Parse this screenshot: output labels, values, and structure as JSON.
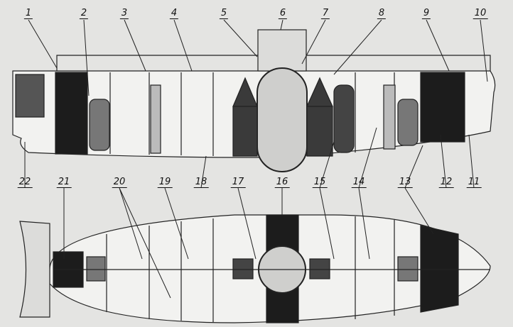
{
  "diagram": {
    "top_labels": [
      "1",
      "2",
      "3",
      "4",
      "5",
      "6",
      "7",
      "8",
      "9",
      "10"
    ],
    "bottom_labels": [
      "22",
      "21",
      "20",
      "19",
      "18",
      "17",
      "16",
      "15",
      "14",
      "13",
      "12",
      "11"
    ]
  }
}
